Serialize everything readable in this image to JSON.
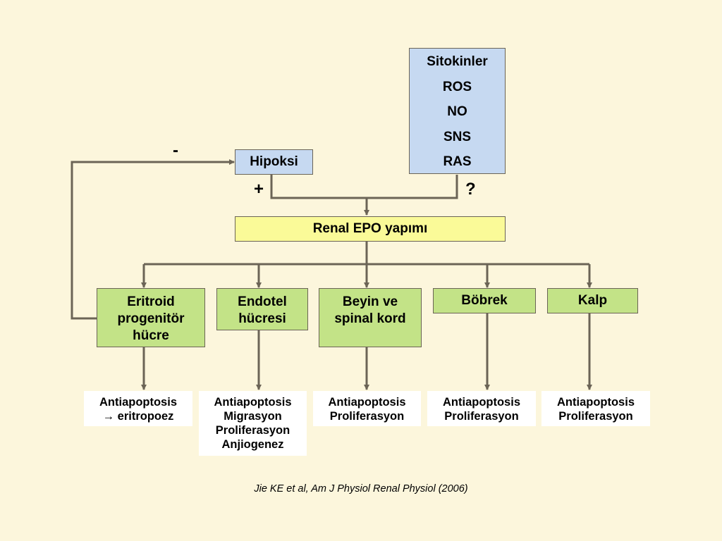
{
  "factors": [
    "Sitokinler",
    "ROS",
    "NO",
    "SNS",
    "RAS"
  ],
  "hipoksi": "Hipoksi",
  "renal_epo": "Renal EPO yapımı",
  "signs": {
    "minus": "-",
    "plus": "+",
    "question": "?"
  },
  "targets": [
    {
      "lines": [
        "Eritroid",
        "progenitör",
        "hücre"
      ],
      "effects": [
        "Antiapoptosis",
        "→ eritropoez"
      ]
    },
    {
      "lines": [
        "Endotel",
        "hücresi"
      ],
      "effects": [
        "Antiapoptosis",
        "Migrasyon",
        "Proliferasyon",
        "Anjiogenez"
      ]
    },
    {
      "lines": [
        "Beyin ve",
        "spinal kord"
      ],
      "effects": [
        "Antiapoptosis",
        "Proliferasyon"
      ]
    },
    {
      "lines": [
        "Böbrek"
      ],
      "effects": [
        "Antiapoptosis",
        "Proliferasyon"
      ]
    },
    {
      "lines": [
        "Kalp"
      ],
      "effects": [
        "Antiapoptosis",
        "Proliferasyon"
      ]
    }
  ],
  "citation": "Jie KE et al, Am J Physiol Renal Physiol (2006)",
  "colors": {
    "arrow": "#6b6456",
    "factor_box": "#c6d9f1",
    "epo_box": "#fafa98",
    "target_box": "#c3e387",
    "background": "#fcf6dc"
  }
}
